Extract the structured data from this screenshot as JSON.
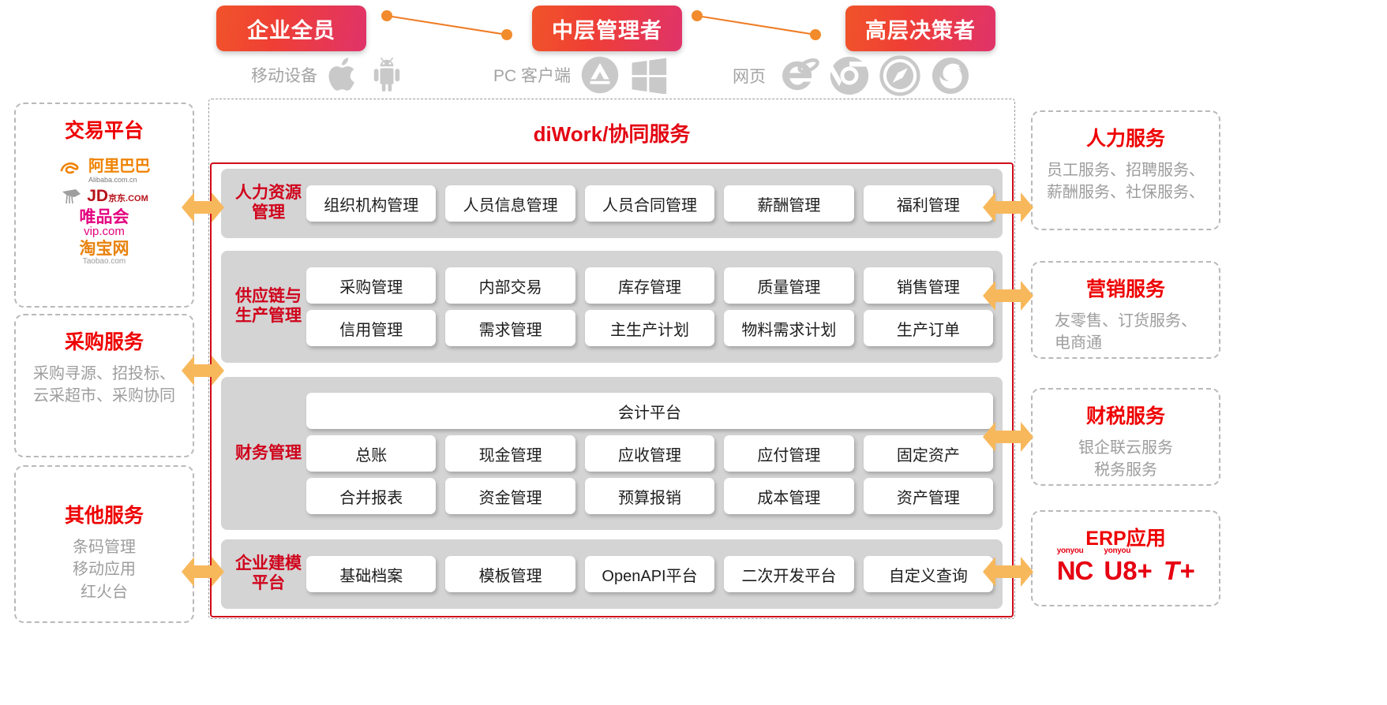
{
  "roles": [
    {
      "label": "企业全员"
    },
    {
      "label": "中层管理者"
    },
    {
      "label": "高层决策者"
    }
  ],
  "devices": [
    {
      "label": "移动设备",
      "icons": [
        "apple-icon",
        "android-icon"
      ]
    },
    {
      "label": "PC 客户端",
      "icons": [
        "mac-appstore-icon",
        "windows-icon"
      ]
    },
    {
      "label": "网页",
      "icons": [
        "internet-explorer-icon",
        "chrome-icon",
        "safari-icon",
        "firefox-icon"
      ]
    }
  ],
  "center": {
    "title": "diWork/协同服务"
  },
  "groups": [
    {
      "id": "hr",
      "label": "人力资源\n管理",
      "label_lines": [
        "人力资源",
        "管理"
      ],
      "rows": [
        [
          "组织机构管理",
          "人员信息管理",
          "人员合同管理",
          "薪酬管理",
          "福利管理"
        ]
      ]
    },
    {
      "id": "scm",
      "label_lines": [
        "供应链与",
        "生产管理"
      ],
      "rows": [
        [
          "采购管理",
          "内部交易",
          "库存管理",
          "质量管理",
          "销售管理"
        ],
        [
          "信用管理",
          "需求管理",
          "主生产计划",
          "物料需求计划",
          "生产订单"
        ]
      ]
    },
    {
      "id": "fin",
      "label_lines": [
        "财务管理"
      ],
      "banner": "会计平台",
      "rows": [
        [
          "总账",
          "现金管理",
          "应收管理",
          "应付管理",
          "固定资产"
        ],
        [
          "合并报表",
          "资金管理",
          "预算报销",
          "成本管理",
          "资产管理"
        ]
      ]
    },
    {
      "id": "model",
      "label_lines": [
        "企业建模",
        "平台"
      ],
      "rows": [
        [
          "基础档案",
          "模板管理",
          "OpenAPI平台",
          "二次开发平台",
          "自定义查询"
        ]
      ]
    }
  ],
  "left_cards": [
    {
      "id": "trade",
      "title": "交易平台",
      "logos": [
        {
          "name": "alibaba-logo",
          "text": "阿里巴巴",
          "sub": "Alibaba.com.cn"
        },
        {
          "name": "jd-logo",
          "text": "JD",
          "sub": "京东.COM"
        },
        {
          "name": "vip-logo",
          "text": "唯品会",
          "sub": "vip.com"
        },
        {
          "name": "taobao-logo",
          "text": "淘宝网",
          "sub": "Taobao.com"
        }
      ]
    },
    {
      "id": "procure",
      "title": "采购服务",
      "body_lines": [
        "采购寻源、招投标、",
        "云采超市、采购协同"
      ]
    },
    {
      "id": "other",
      "title": "其他服务",
      "body_lines": [
        "条码管理",
        "移动应用",
        "红火台"
      ]
    }
  ],
  "right_cards": [
    {
      "id": "hr-svc",
      "title": "人力服务",
      "body_lines": [
        "员工服务、招聘服务、",
        "薪酬服务、社保服务、"
      ]
    },
    {
      "id": "mkt-svc",
      "title": "营销服务",
      "body_lines": [
        "友零售、订货服务、",
        "电商通"
      ]
    },
    {
      "id": "fin-svc",
      "title": "财税服务",
      "body_lines": [
        "银企联云服务",
        "税务服务"
      ]
    },
    {
      "id": "erp",
      "title": "ERP应用",
      "products": [
        {
          "name": "yonyou-nc-logo",
          "sup": "yonyou",
          "text": "NC"
        },
        {
          "name": "yonyou-u8-logo",
          "sup": "yonyou",
          "text": "U8+"
        },
        {
          "name": "yonyou-t-logo",
          "sup": "",
          "text": "T+"
        }
      ]
    }
  ],
  "colors": {
    "brand_red": "#e30613",
    "title_red": "#ee0000",
    "group_label_red": "#d0021b",
    "arrow_orange": "#f5b041",
    "pill_gradient_start": "#f0542a",
    "pill_gradient_end": "#e0336a",
    "panel_gray": "#d4d4d4",
    "muted_text": "#9d9d9d",
    "device_icon_gray": "#c9c9c9",
    "connector_orange": "#ef7b23"
  }
}
